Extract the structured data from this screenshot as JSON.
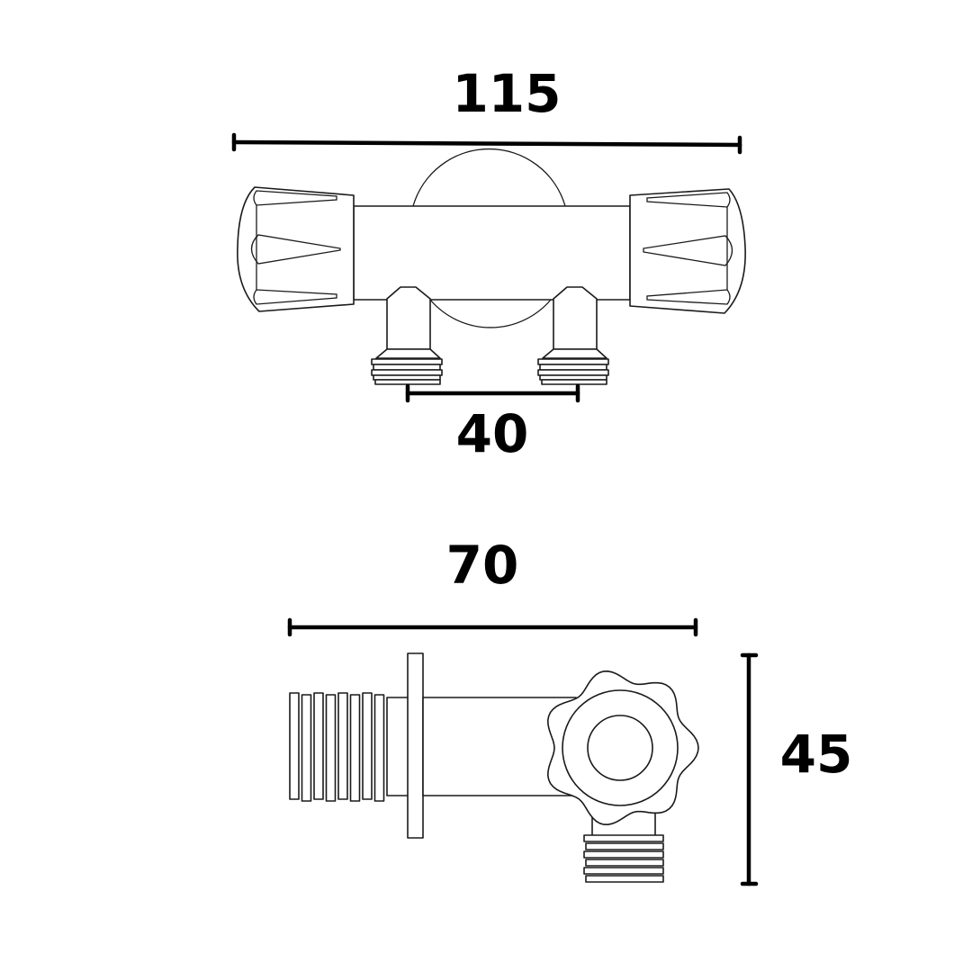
{
  "dimensions": {
    "overall_width": "115",
    "outlet_spacing": "40",
    "depth": "70",
    "height": "45"
  },
  "colors": {
    "line": "#1a1a1a",
    "background": "#ffffff"
  }
}
